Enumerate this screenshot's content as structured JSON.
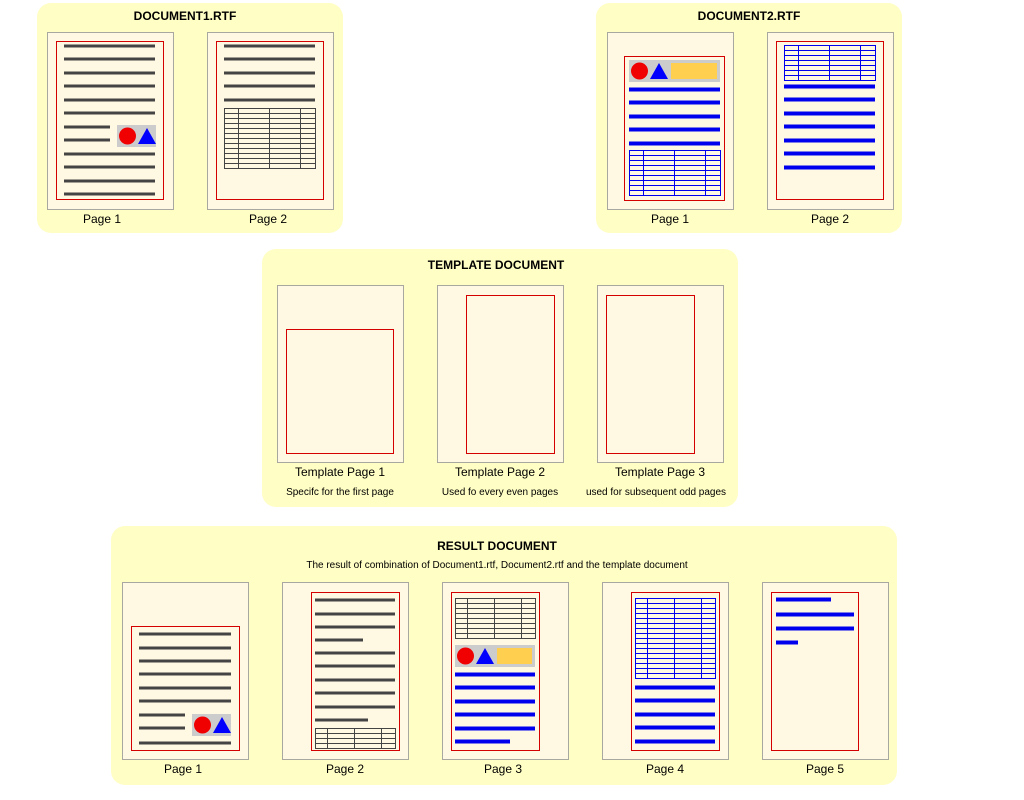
{
  "colors": {
    "panel": "#fffec4",
    "page": "#fff8e2",
    "page_border": "#a8a8a0",
    "margin": "#d40000",
    "text_dark": "#444444",
    "text_blue": "#0000ee",
    "image_bg": "#cccccc",
    "image_banner": "#ffd050"
  },
  "document1": {
    "title": "DOCUMENT1.RTF",
    "pages": [
      "Page 1",
      "Page 2"
    ]
  },
  "document2": {
    "title": "DOCUMENT2.RTF",
    "pages": [
      "Page 1",
      "Page 2"
    ]
  },
  "template": {
    "title": "TEMPLATE DOCUMENT",
    "pages": [
      {
        "label": "Template Page 1",
        "desc": "Specifc for the first page"
      },
      {
        "label": "Template Page 2",
        "desc": "Used fo every even pages"
      },
      {
        "label": "Template Page 3",
        "desc": "used for subsequent odd pages"
      }
    ]
  },
  "result": {
    "title": "RESULT DOCUMENT",
    "subtitle": "The result of combination of Document1.rtf, Document2.rtf and the template document",
    "pages": [
      "Page 1",
      "Page 2",
      "Page 3",
      "Page 4",
      "Page 5"
    ]
  }
}
